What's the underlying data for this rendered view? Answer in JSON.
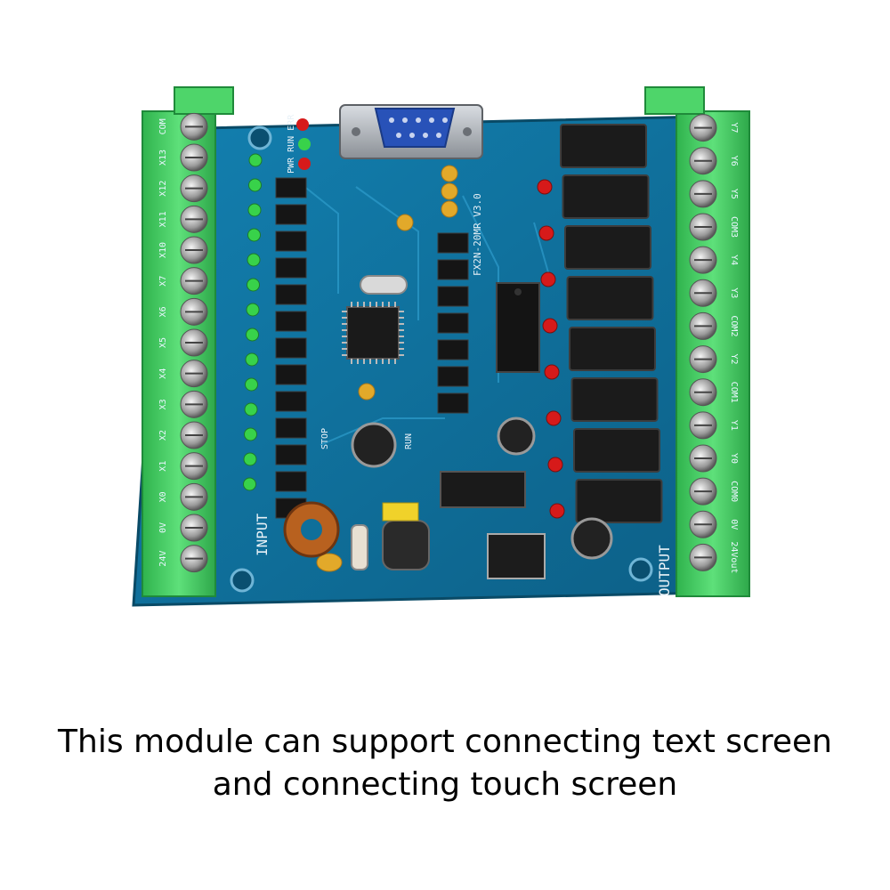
{
  "caption": {
    "line1": "This module can support connecting text screen",
    "line2": "and connecting touch screen"
  },
  "board": {
    "colors": {
      "pcb": "#0f6f9a",
      "pcb_edge": "#0b5677",
      "terminal_green": "#34c759",
      "relay_black": "#1b1b1b",
      "led_green": "#38d24a",
      "led_red": "#d61a1a"
    },
    "silkscreen": {
      "input": "INPUT",
      "output": "OUTPUT",
      "model": "FX2N-20MR V3.0",
      "status_leds": "PWR RUN ERR",
      "run": "RUN",
      "stop": "STOP",
      "left_terminals": [
        "COM",
        "X13",
        "X12",
        "X11",
        "X10",
        "X7",
        "X6",
        "X5",
        "X4",
        "X3",
        "X2",
        "X1",
        "X0",
        "0V",
        "24V"
      ],
      "right_terminals": [
        "Y7",
        "Y6",
        "Y5",
        "COM3",
        "Y4",
        "Y3",
        "COM2",
        "Y2",
        "COM1",
        "Y1",
        "Y0",
        "COM0",
        "0V",
        "24Vout"
      ]
    }
  }
}
